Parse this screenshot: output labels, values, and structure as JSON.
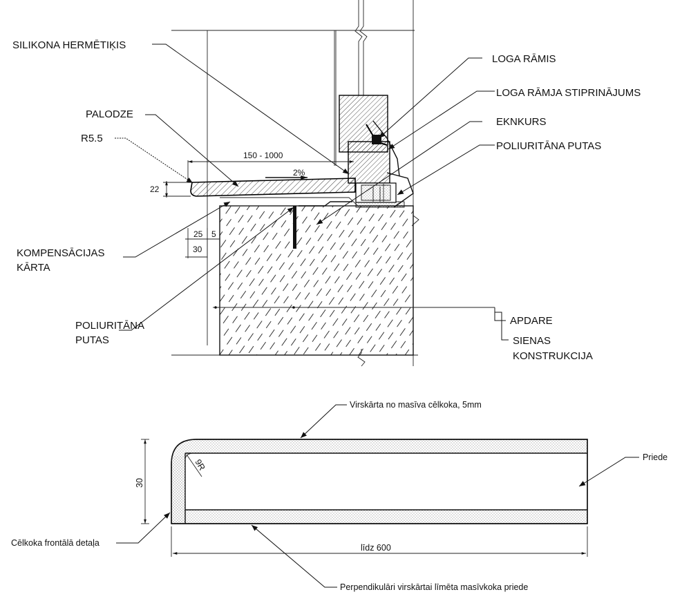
{
  "upper_section": {
    "callouts": {
      "silicone_sealant": "SILIKONA HERMĒTIĶIS",
      "window_frame": "LOGA RĀMIS",
      "frame_fixing": "LOGA RĀMJA STIPRINĀJUMS",
      "anchor": "EKNKURS",
      "pu_foam_right": "POLIURITĀNA PUTAS",
      "sill": "PALODZE",
      "radius": "R5.5",
      "compensation_line1": "KOMPENSĀCIJAS",
      "compensation_line2": "KĀRTA",
      "pu_foam_left_line1": "POLIURITĀNA",
      "pu_foam_left_line2": "PUTAS",
      "finish": "APDARE",
      "wall_line1": "SIENAS",
      "wall_line2": "KONSTRUKCIJA"
    },
    "dimensions": {
      "sill_depth": "150 - 1000",
      "slope": "2%",
      "thickness": "22",
      "d25": "25",
      "d5": "5",
      "d30": "30"
    }
  },
  "lower_section": {
    "callouts": {
      "top_layer": "Virskārta no masīva cēlkoka, 5mm",
      "pine": "Priede",
      "front_detail": "Cēlkoka frontālā detaļa",
      "bottom_layer": "Perpendikulāri virskārtai līmēta masīvkoka priede"
    },
    "dimensions": {
      "height": "30",
      "length": "līdz 600",
      "radius": "9R"
    }
  }
}
